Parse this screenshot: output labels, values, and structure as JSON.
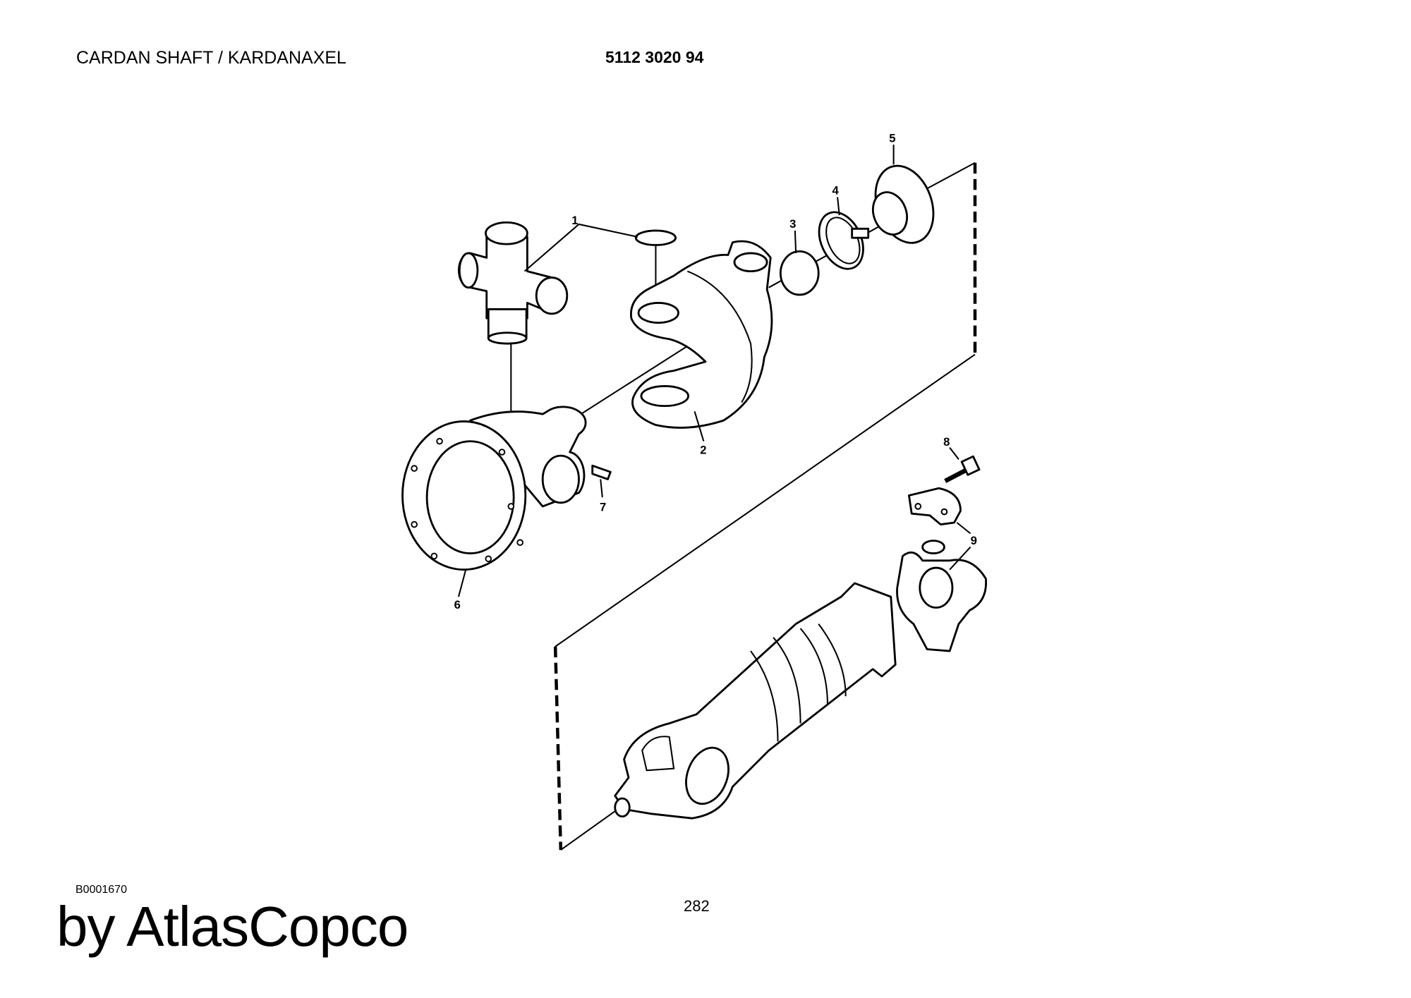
{
  "header": {
    "title": "CARDAN SHAFT / KARDANAXEL",
    "part_number": "5112 3020 94"
  },
  "diagram": {
    "callouts": [
      "1",
      "2",
      "3",
      "4",
      "5",
      "6",
      "7",
      "8",
      "9"
    ]
  },
  "footer": {
    "drawing_id": "B0001670",
    "page_number": "282",
    "brand": "by AtlasCopco"
  }
}
